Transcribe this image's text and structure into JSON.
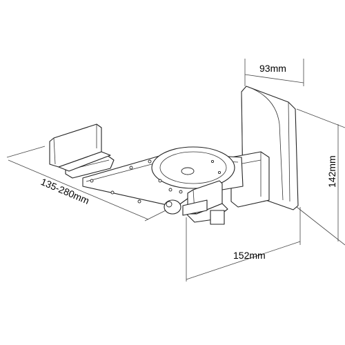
{
  "dimensions": {
    "depth": "93mm",
    "height": "142mm",
    "width": "152mm",
    "adjustable_range": "135-280mm"
  }
}
